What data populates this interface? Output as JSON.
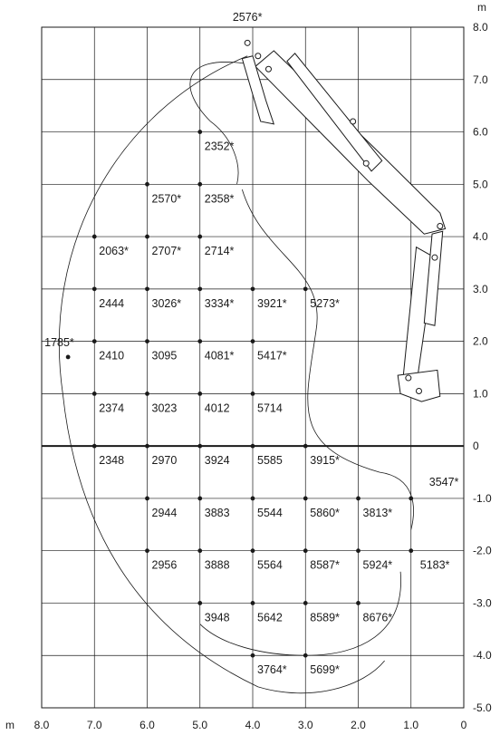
{
  "chart_data": {
    "type": "lift-capacity-diagram",
    "unit_label": "m",
    "x_ticks": [
      "8.0",
      "7.0",
      "6.0",
      "5.0",
      "4.0",
      "3.0",
      "2.0",
      "1.0",
      "0"
    ],
    "y_ticks": [
      "8.0",
      "7.0",
      "6.0",
      "5.0",
      "4.0",
      "3.0",
      "2.0",
      "1.0",
      "0",
      "-1.0",
      "-2.0",
      "-3.0",
      "-4.0",
      "-5.0"
    ],
    "xlim": [
      8.0,
      0.0
    ],
    "ylim": [
      -5.0,
      8.0
    ],
    "points": [
      {
        "x": 4.1,
        "y": 8.05,
        "label": "2576*",
        "marker": false
      },
      {
        "x": 5.0,
        "y": 6.0,
        "label": "2352*"
      },
      {
        "x": 6.0,
        "y": 5.0,
        "label": "2570*"
      },
      {
        "x": 5.0,
        "y": 5.0,
        "label": "2358*"
      },
      {
        "x": 7.0,
        "y": 4.0,
        "label": "2063*"
      },
      {
        "x": 6.0,
        "y": 4.0,
        "label": "2707*"
      },
      {
        "x": 5.0,
        "y": 4.0,
        "label": "2714*"
      },
      {
        "x": 7.0,
        "y": 3.0,
        "label": "2444"
      },
      {
        "x": 6.0,
        "y": 3.0,
        "label": "3026*"
      },
      {
        "x": 5.0,
        "y": 3.0,
        "label": "3334*"
      },
      {
        "x": 4.0,
        "y": 3.0,
        "label": "3921*"
      },
      {
        "x": 3.0,
        "y": 3.0,
        "label": "5273*"
      },
      {
        "x": 7.5,
        "y": 1.7,
        "label": "1785*"
      },
      {
        "x": 7.0,
        "y": 2.0,
        "label": "2410"
      },
      {
        "x": 6.0,
        "y": 2.0,
        "label": "3095"
      },
      {
        "x": 5.0,
        "y": 2.0,
        "label": "4081*"
      },
      {
        "x": 4.0,
        "y": 2.0,
        "label": "5417*"
      },
      {
        "x": 7.0,
        "y": 1.0,
        "label": "2374"
      },
      {
        "x": 6.0,
        "y": 1.0,
        "label": "3023"
      },
      {
        "x": 5.0,
        "y": 1.0,
        "label": "4012"
      },
      {
        "x": 4.0,
        "y": 1.0,
        "label": "5714"
      },
      {
        "x": 7.0,
        "y": 0.0,
        "label": "2348"
      },
      {
        "x": 6.0,
        "y": 0.0,
        "label": "2970"
      },
      {
        "x": 5.0,
        "y": 0.0,
        "label": "3924"
      },
      {
        "x": 4.0,
        "y": 0.0,
        "label": "5585"
      },
      {
        "x": 3.0,
        "y": 0.0,
        "label": "3915*"
      },
      {
        "x": 1.0,
        "y": -1.0,
        "label": "3547*"
      },
      {
        "x": 6.0,
        "y": -1.0,
        "label": "2944"
      },
      {
        "x": 5.0,
        "y": -1.0,
        "label": "3883"
      },
      {
        "x": 4.0,
        "y": -1.0,
        "label": "5544"
      },
      {
        "x": 3.0,
        "y": -1.0,
        "label": "5860*"
      },
      {
        "x": 2.0,
        "y": -1.0,
        "label": "3813*"
      },
      {
        "x": 6.0,
        "y": -2.0,
        "label": "2956"
      },
      {
        "x": 5.0,
        "y": -2.0,
        "label": "3888"
      },
      {
        "x": 4.0,
        "y": -2.0,
        "label": "5564"
      },
      {
        "x": 3.0,
        "y": -2.0,
        "label": "8587*"
      },
      {
        "x": 2.0,
        "y": -2.0,
        "label": "5924*"
      },
      {
        "x": 1.0,
        "y": -2.0,
        "label": "5183*"
      },
      {
        "x": 5.0,
        "y": -3.0,
        "label": "3948"
      },
      {
        "x": 4.0,
        "y": -3.0,
        "label": "5642"
      },
      {
        "x": 3.0,
        "y": -3.0,
        "label": "8589*"
      },
      {
        "x": 2.0,
        "y": -3.0,
        "label": "8676*"
      },
      {
        "x": 4.0,
        "y": -4.0,
        "label": "3764*"
      },
      {
        "x": 3.0,
        "y": -4.0,
        "label": "5699*"
      }
    ]
  }
}
